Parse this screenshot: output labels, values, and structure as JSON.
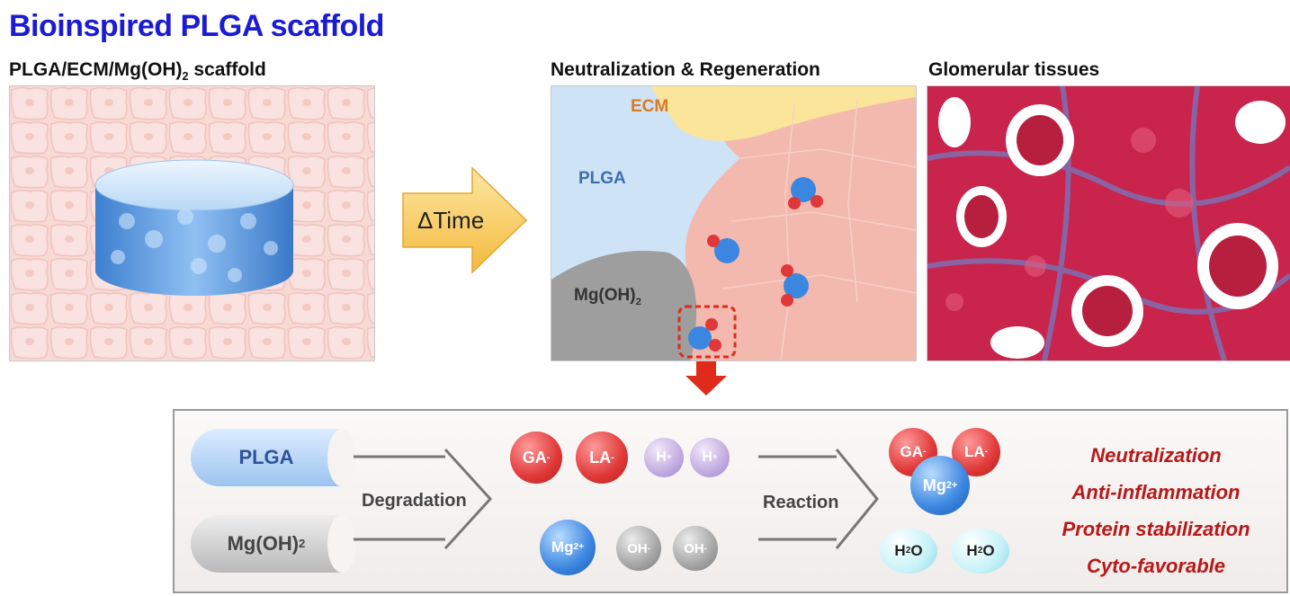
{
  "title": "Bioinspired PLGA scaffold",
  "panels": {
    "scaffold_label": "PLGA/ECM/Mg(OH)",
    "scaffold_label_sub": "2",
    "scaffold_label_end": " scaffold",
    "neutralization_label": "Neutralization & Regeneration",
    "glomerular_label": "Glomerular tissues"
  },
  "arrow_label": "ΔTime",
  "neutral_panel": {
    "ecm": "ECM",
    "plga": "PLGA",
    "mg": "Mg(OH)",
    "mg_sub": "2"
  },
  "mechanism": {
    "inputs": [
      {
        "text": "PLGA",
        "sub": ""
      },
      {
        "text": "Mg(OH)",
        "sub": "2"
      }
    ],
    "degradation": "Degradation",
    "reaction": "Reaction",
    "products_top": [
      {
        "text": "GA",
        "sup": "-"
      },
      {
        "text": "LA",
        "sup": "-"
      },
      {
        "text": "H",
        "sup": "+"
      },
      {
        "text": "H",
        "sup": "+"
      }
    ],
    "products_bottom": [
      {
        "text": "Mg",
        "sup": "2+"
      },
      {
        "text": "OH",
        "sup": "-"
      },
      {
        "text": "OH",
        "sup": "-"
      }
    ],
    "result": {
      "ga": "GA",
      "ga_sup": "-",
      "la": "LA",
      "la_sup": "-",
      "mg": "Mg",
      "mg_sup": "2+",
      "water": [
        {
          "text": "H",
          "sub": "2",
          "end": "O"
        },
        {
          "text": "H",
          "sub": "2",
          "end": "O"
        }
      ]
    },
    "effects": [
      "Neutralization",
      "Anti-inflammation",
      "Protein stabilization",
      "Cyto-favorable"
    ]
  },
  "colors": {
    "title": "#1b1bd6",
    "effects": "#b81818",
    "arrow_fill": "#f7c95a",
    "highlight": "#e02a1a"
  }
}
